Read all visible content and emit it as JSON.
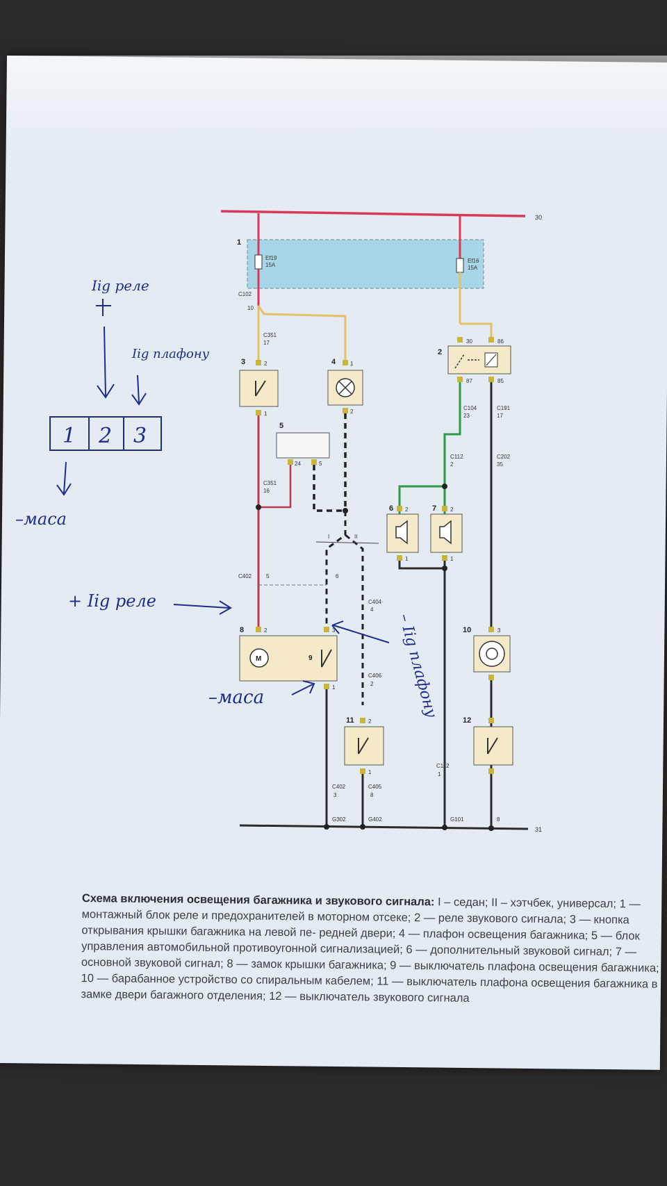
{
  "diagram": {
    "rail_top_label": "30",
    "rail_bottom_label": "31",
    "block1_label": "1",
    "fuses": [
      {
        "name": "Ef19",
        "rating": "15A"
      },
      {
        "name": "Ef16",
        "rating": "15A"
      }
    ],
    "components": [
      {
        "id": "2",
        "pins": [
          "30",
          "86",
          "87",
          "85"
        ]
      },
      {
        "id": "3",
        "pins": [
          "2",
          "1"
        ]
      },
      {
        "id": "4",
        "pins": [
          "1",
          "2"
        ]
      },
      {
        "id": "5",
        "pins": [
          "24",
          "5"
        ]
      },
      {
        "id": "6",
        "pins": [
          "2",
          "1"
        ]
      },
      {
        "id": "7",
        "pins": [
          "2",
          "1"
        ]
      },
      {
        "id": "8",
        "pins": [
          "2",
          "3",
          "1"
        ],
        "motor": "M",
        "switch": "9"
      },
      {
        "id": "10",
        "pins": [
          "3"
        ]
      },
      {
        "id": "11",
        "pins": [
          "2",
          "1"
        ]
      },
      {
        "id": "12",
        "pins": []
      }
    ],
    "connectors": [
      {
        "name": "C102",
        "pin": "10"
      },
      {
        "name": "C351",
        "pin": "17"
      },
      {
        "name": "C351",
        "pin": "16"
      },
      {
        "name": "C104",
        "pin": "23"
      },
      {
        "name": "C191",
        "pin": "17"
      },
      {
        "name": "C112",
        "pin": "2"
      },
      {
        "name": "C202",
        "pin": "35"
      },
      {
        "name": "C402",
        "pin": "5"
      },
      {
        "name": "C402",
        "pin": "3"
      },
      {
        "name": "C404",
        "pin": "4"
      },
      {
        "name": "C406",
        "pin": "2"
      },
      {
        "name": "C405",
        "pin": "8"
      },
      {
        "name": "C112",
        "pin": "1"
      }
    ],
    "misc_pin_6": "6",
    "misc_pin_8": "8",
    "section_marks": [
      "I",
      "II"
    ],
    "grounds": [
      "G302",
      "G402",
      "G101"
    ]
  },
  "handwriting": {
    "ign_relay": "Ііg реле",
    "ign_lamp": "Ііg плафону",
    "connector_cells": [
      "1",
      "2",
      "3"
    ],
    "ground_note": "–маса",
    "plus_ign_relay": "+ Ііg реле",
    "minus_ign_lamp": "– Ііg плафону",
    "ground_note_2": "–маса"
  },
  "caption": {
    "title": "Схема включения освещения багажника и звукового сигнала:",
    "body": "I – седан; II – хэтчбек, универсал; 1 — монтажный блок реле и предохранителей в моторном отсеке; 2 — реле звукового сигнала; 3 — кнопка открывания крышки багажника на левой пе- редней двери; 4 — плафон освещения багажника; 5 — блок управления автомобильной противоугонной сигнализацией; 6 — дополнительный звуковой сигнал; 7 — основной звуковой сигнал; 8 — замок крышки багажника; 9 — выключатель плафона освещения багажника; 10 — барабанное устройство со спиральным кабелем; 11 — выключатель плафона освещения багажника в замке двери багажного отделения; 12 — выключатель звукового сигнала"
  },
  "colors": {
    "power_wire": "#d63a5a",
    "ign_wire": "#e3c16b",
    "green_wire": "#2f9a48",
    "dark_wire": "#2b2b2b",
    "fuse_block": "#a9d6e6",
    "component_box": "#f4e9c8",
    "pin": "#c9b640",
    "ink": "#1f2c8a"
  }
}
